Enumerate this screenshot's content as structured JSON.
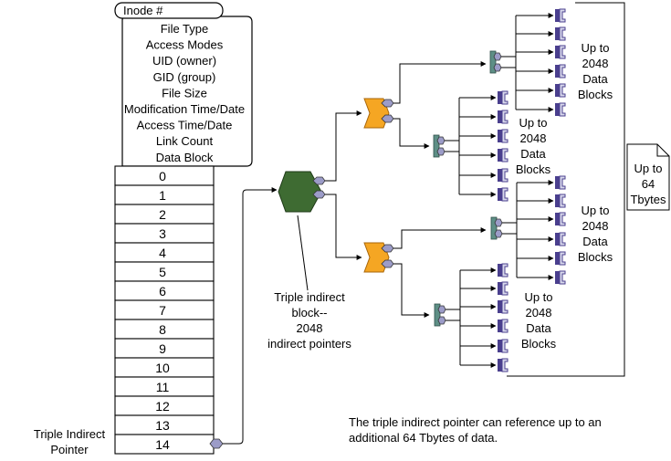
{
  "inode": {
    "tab_label": "Inode #",
    "fields": [
      "File Type",
      "Access Modes",
      "UID (owner)",
      "GID (group)",
      "File Size",
      "Modification Time/Date",
      "Access Time/Date",
      "Link Count",
      "Data Block"
    ],
    "pointer_rows": [
      "0",
      "1",
      "2",
      "3",
      "4",
      "5",
      "6",
      "7",
      "8",
      "9",
      "10",
      "11",
      "12",
      "13",
      "14"
    ]
  },
  "triple_indirect_pointer_label": [
    "Triple Indirect",
    "Pointer"
  ],
  "triple_indirect_block_label": [
    "Triple indirect",
    "block--",
    "2048",
    "indirect pointers"
  ],
  "data_blocks_labels": [
    [
      "Up to",
      "2048",
      "Data",
      "Blocks"
    ],
    [
      "Up to",
      "2048",
      "Data",
      "Blocks"
    ],
    [
      "Up to",
      "2048",
      "Data",
      "Blocks"
    ],
    [
      "Up to",
      "2048",
      "Data",
      "Blocks"
    ]
  ],
  "document_label": [
    "Up to",
    "64",
    "Tbytes"
  ],
  "caption": [
    "The triple indirect pointer can reference up to an",
    "additional 64 Tbytes of data."
  ],
  "colors": {
    "triple_block": "#3e6b32",
    "double_block": "#f5a623",
    "single_block": "#5e8f86",
    "pointer_node": "#9c9cc8",
    "data_block": "#4a3f8e"
  }
}
